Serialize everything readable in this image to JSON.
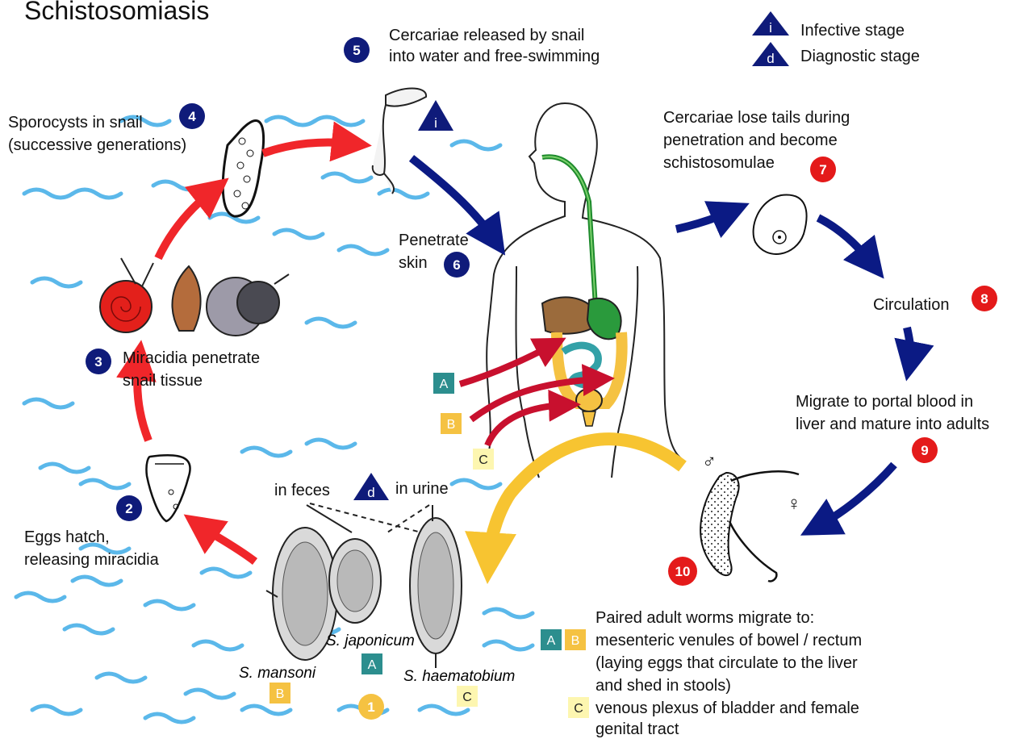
{
  "title": "Schistosomiasis",
  "legend": {
    "infective_letter": "i",
    "infective_label": "Infective stage",
    "diagnostic_letter": "d",
    "diagnostic_label": "Diagnostic stage"
  },
  "steps": {
    "s1": "1",
    "s2": "2",
    "s3": "3",
    "s4": "4",
    "s5": "5",
    "s6": "6",
    "s7": "7",
    "s8": "8",
    "s9": "9",
    "s10": "10"
  },
  "labels": {
    "step5_line1": "Cercariae released by snail",
    "step5_line2": "into water and free-swimming",
    "step4_line1": "Sporocysts in snail",
    "step4_line2": "(successive generations)",
    "step6_line1": "Penetrate",
    "step6_line2": "skin",
    "step7_line1": "Cercariae lose tails during",
    "step7_line2": "penetration and become",
    "step7_line3": "schistosomulae",
    "step8": "Circulation",
    "step3_line1": "Miracidia penetrate",
    "step3_line2": "snail tissue",
    "step9_line1": "Migrate to portal blood in",
    "step9_line2": "liver and mature into adults",
    "step2_line1": "Eggs hatch,",
    "step2_line2": "releasing miracidia",
    "in_feces": "in feces",
    "in_urine": "in urine",
    "male_symbol": "♂",
    "female_symbol": "♀",
    "species_japonicum": "S. japonicum",
    "species_mansoni": "S. mansoni",
    "species_haematobium": "S. haematobium",
    "adult_line1": "Paired adult worms migrate to:",
    "adult_line2": "mesenteric venules of bowel / rectum",
    "adult_line3": "(laying eggs that circulate to the liver",
    "adult_line4": "and shed in stools)",
    "adult_line5": "venous plexus of bladder and female",
    "adult_line6": "genital tract"
  },
  "boxes": {
    "A": "A",
    "B": "B",
    "C": "C"
  },
  "colors": {
    "navy": "#0f1b7a",
    "red": "#e41a1a",
    "red_arrow": "#f0262a",
    "dark_red_arrow": "#c8102e",
    "blue_arrow": "#0b1a84",
    "yellow_arrow": "#f7c431",
    "teal_box": "#2c8e8e",
    "yellow_box": "#f5c242",
    "pale_box": "#fdf6b0",
    "water": "#5bb8ea"
  }
}
